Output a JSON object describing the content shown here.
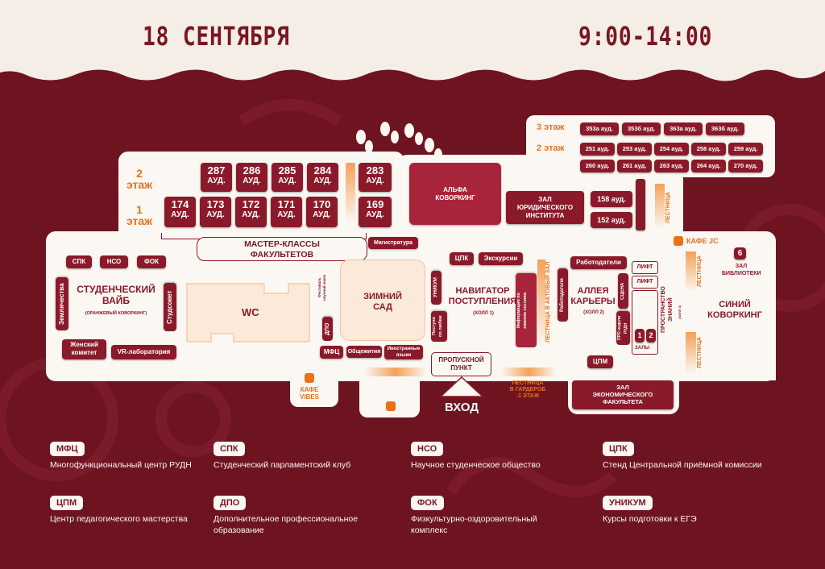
{
  "header": {
    "date": "18 СЕНТЯБРЯ",
    "hours": "9:00-14:00"
  },
  "colors": {
    "bg": "#6e1420",
    "floor": "#fbf7f3",
    "room": "#8a1a2a",
    "accent": "#e8721c"
  },
  "floors": {
    "floor2": "2\nэтаж",
    "floor1": "1\nэтаж",
    "floor3": "3 этаж",
    "floor2r": "2 этаж"
  },
  "rooms_top": [
    {
      "num": "287",
      "sub": "АУД."
    },
    {
      "num": "286",
      "sub": "АУД."
    },
    {
      "num": "285",
      "sub": "АУД."
    },
    {
      "num": "284",
      "sub": "АУД."
    },
    {
      "num": "283",
      "sub": "АУД."
    }
  ],
  "rooms_bottom": [
    {
      "num": "174",
      "sub": "АУД."
    },
    {
      "num": "173",
      "sub": "АУД."
    },
    {
      "num": "172",
      "sub": "АУД."
    },
    {
      "num": "171",
      "sub": "АУД."
    },
    {
      "num": "170",
      "sub": "АУД."
    },
    {
      "num": "169",
      "sub": "АУД."
    }
  ],
  "rooms_floor3": [
    "353а ауд.",
    "353б ауд.",
    "363а ауд.",
    "363б ауд."
  ],
  "rooms_floor2_row1": [
    "251 ауд.",
    "253 ауд.",
    "254 ауд.",
    "258 ауд.",
    "259 ауд."
  ],
  "rooms_floor2_row2": [
    "260 ауд.",
    "261 ауд.",
    "263 ауд.",
    "264 ауд.",
    "270 ауд."
  ],
  "places": {
    "alfa": "АЛЬФА\nКОВОРКИНГ",
    "law": "ЗАЛ\nЮРИДИЧЕСКОГО\nИНСТИТУТА",
    "r158": "158 ауд.",
    "r152": "152 ауд.",
    "stairs_top": "ЛЕСТНИЦА",
    "master": "МАСТЕР-КЛАССЫ\nФАКУЛЬТЕТОВ",
    "magistr": "Магистратура",
    "cafe_jc": "КАФЕ JC",
    "lib_num": "6",
    "library": "ЗАЛ\nБИБЛИОТЕКИ",
    "spk": "СПК",
    "nso": "НСО",
    "fok": "ФОК",
    "student_vibe": "СТУДЕНЧЕСКИЙ\nВАЙБ",
    "orange_cow": "(ОРАНЖЕВЫЙ КОВОРКИНГ)",
    "zemlyachestva": "Землячества",
    "studsovet": "Студсовет",
    "women": "Женский\nкомитет",
    "vr": "VR-лаборатория",
    "wc": "WC",
    "festival": "Фестиваль\nнаучной книги",
    "dpo": "ДПО",
    "winter": "ЗИМНИЙ\nСАД",
    "mfc": "МФЦ",
    "dorm": "Общежития",
    "lang": "Иностранные\nязыки",
    "unikum": "УНИКУМ",
    "postupi": "Поступи\nпо любви",
    "cpk": "ЦПК",
    "excursions": "Экскурсии",
    "navigator": "НАВИГАТОР\nПОСТУПЛЕНИЯ",
    "holl1": "(ХОЛЛ 1)",
    "win_info": "Информация по\nзимним сессиям",
    "stairs_act": "ЛЕСТНИЦА В АКТОВЫЙ ЗАЛ",
    "employers_v": "Работодатели",
    "employers": "Работодатели",
    "career": "АЛЛЕЯ\nКАРЬЕРЫ",
    "holl2": "(ХОЛЛ 2)",
    "lift1": "ЛИФТ",
    "lift2": "ЛИФТ",
    "scene": "СЦЕНА",
    "pro_week": "ПРО неделя\nРУДН",
    "z1": "1",
    "z2": "2",
    "halls": "ЗАЛЫ",
    "knowledge": "ПРОСТРАНСТВО\nЗНАНИЙ",
    "holl3": "(ХОЛЛ 3)",
    "blue": "СИНИЙ\nКОВОРКИНГ",
    "stairs_r1": "ЛЕСТНИЦА",
    "stairs_r2": "ЛЕСТНИЦА",
    "cpm": "ЦПМ",
    "checkpoint": "ПРОПУСКНОЙ\nПУНКТ",
    "entrance": "ВХОД",
    "wardrobe": "ЛЕСТНИЦА\nВ ГАРДЕРОБ\n-1 ЭТАЖ",
    "cafe_vibes": "КАФЕ\nVIBES",
    "econ": "ЗАЛ\nЭКОНОМИЧЕСКОГО\nФАКУЛЬТЕТА"
  },
  "legend": [
    {
      "abbr": "МФЦ",
      "text": "Многофункциональный центр РУДН"
    },
    {
      "abbr": "СПК",
      "text": "Студенческий парламентский клуб"
    },
    {
      "abbr": "НСО",
      "text": "Научное студенческое общество"
    },
    {
      "abbr": "ЦПК",
      "text": "Стенд Центральной приёмной комиссии"
    },
    {
      "abbr": "ЦПМ",
      "text": "Центр педагогического мастерства"
    },
    {
      "abbr": "ДПО",
      "text": "Дополнительное профессиональное образование"
    },
    {
      "abbr": "ФОК",
      "text": "Физкультурно-оздоровительный комплекс"
    },
    {
      "abbr": "УНИКУМ",
      "text": "Курсы подготовки к ЕГЭ"
    }
  ]
}
